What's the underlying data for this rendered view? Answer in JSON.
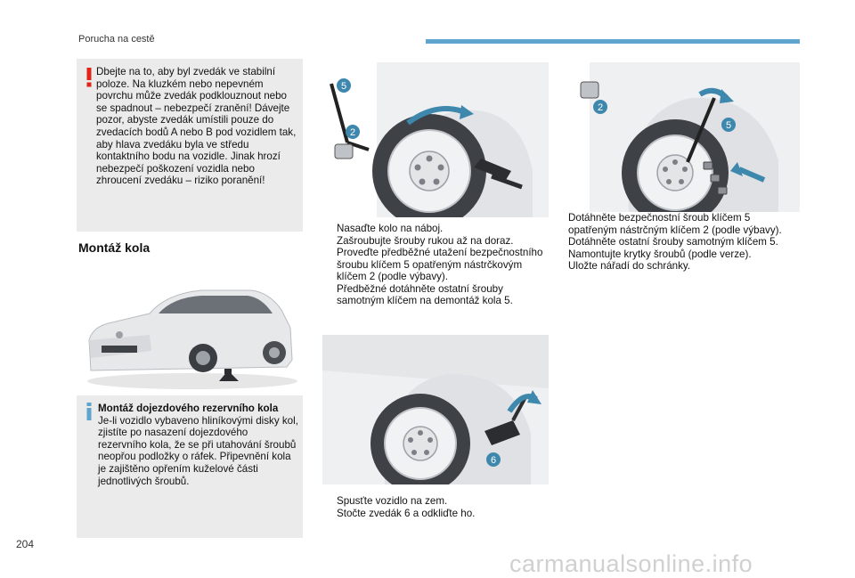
{
  "header": {
    "section_title": "Porucha na cestě",
    "accent_color": "#5fa3cf"
  },
  "page_number": "204",
  "watermark": "carmanualsonline.info",
  "warning": {
    "icon": "exclamation-warning-icon",
    "icon_color": "#e2231a",
    "text": "Dbejte na to, aby byl zvedák ve stabilní poloze. Na kluzkém nebo nepevném povrchu může zvedák podklouznout nebo se spadnout – nebezpečí zranění! Dávejte pozor, abyste zvedák umístili pouze do zvedacích bodů A nebo B pod vozidlem tak, aby hlava zvedáku byla ve středu kontaktního bodu na vozidle. Jinak hrozí nebezpečí poškození vozidla nebo zhroucení zvedáku – riziko poranění!"
  },
  "section_heading": "Montáž kola",
  "info": {
    "icon": "info-icon",
    "icon_color": "#5fa3cf",
    "title": "Montáž dojezdového rezervního kola",
    "text": "Je-li vozidlo vybaveno hliníkovými disky kol, zjistíte po nasazení dojezdového rezervního kola, že se při utahování šroubů neopřou podložky o ráfek. Připevnění kola je zajištěno opřením kuželové části jednotlivých šroubů."
  },
  "middle_steps_1": [
    "Nasaďte kolo na náboj.",
    "Zašroubujte šrouby rukou až na doraz.",
    "Proveďte předběžné utažení bezpečnostního šroubu klíčem 5 opatřeným nástrčkovým klíčem 2 (podle výbavy).",
    "Předběžné dotáhněte ostatní šrouby samotným klíčem na demontáž kola 5."
  ],
  "middle_steps_2": [
    "Spusťte vozidlo na zem.",
    "Stočte zvedák 6 a odkliďte ho."
  ],
  "right_steps": [
    "Dotáhněte bezpečnostní šroub klíčem 5 opatřeným nástrčným klíčem 2 (podle výbavy).",
    "Dotáhněte ostatní šrouby samotným klíčem 5.",
    "Namontujte krytky šroubů (podle verze).",
    "Uložte nářadí do schránky."
  ],
  "bullet_glyph": "",
  "figure_labels": {
    "fig1": [
      "5",
      "2"
    ],
    "fig2": [
      "2",
      "5"
    ],
    "fig3": [
      "6"
    ]
  }
}
